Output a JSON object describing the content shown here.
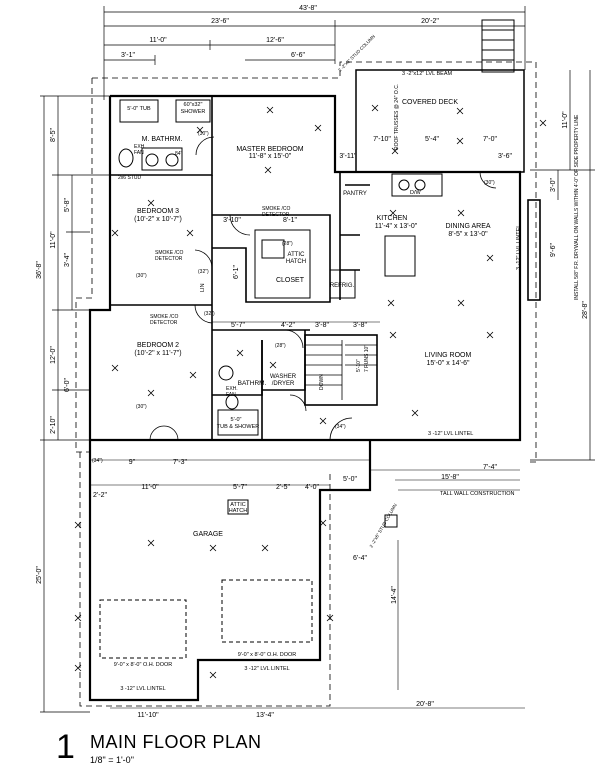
{
  "title": {
    "number": "1",
    "main": "MAIN FLOOR PLAN",
    "scale": "1/8\" = 1'-0\""
  },
  "dims_top": [
    "43'-8\"",
    "23'-6\"",
    "20'-2\"",
    "11'-0\"",
    "12'-6\"",
    "3'-1\"",
    "6'-6\""
  ],
  "dims_left": [
    "8'-5\"",
    "11'-0\"",
    "36'-8\"",
    "5'-8\"",
    "3'-4\"",
    "12'-0\"",
    "6'-0\"",
    "2'-10\"",
    "25'-0\""
  ],
  "dims_right": [
    "11'-0\"",
    "3'-0\"",
    "9'-6\"",
    "28'-8\""
  ],
  "dims_bottom": [
    "11'-10\"",
    "13'-4\"",
    "20'-8\""
  ],
  "dims_mid": [
    "3'-10\"",
    "8'-1\"",
    "3'-11\"",
    "7'-10\"",
    "5'-4\"",
    "7'-0\"",
    "3'-6\"",
    "5'-7\"",
    "4'-2\"",
    "3'-8\"",
    "3'-8\"",
    "9\"",
    "7'-3\"",
    "11'-0\"",
    "5'-7\"",
    "2'-5\"",
    "4'-0\"",
    "5'-0\"",
    "7'-4\"",
    "15'-8\"",
    "6'-4\"",
    "14'-4\"",
    "6'-1\"",
    "2'-2\""
  ],
  "rooms": {
    "covered_deck": "COVERED DECK",
    "m_bath": "M. BATHRM.",
    "master_bedroom": "MASTER BEDROOM",
    "master_bedroom_size": "11'-8\" x 15'-0\"",
    "bedroom3": "BEDROOM 3",
    "bedroom3_size": "(10'-2\" x 10'-7\")",
    "closet": "CLOSET",
    "kitchen": "KITCHEN",
    "kitchen_size": "11'-4\" x 13'-0\"",
    "dining": "DINING AREA",
    "dining_size": "8'-5\" x 13'-0\"",
    "pantry": "PANTRY",
    "refrig": "REFRIG.",
    "bedroom2": "BEDROOM 2",
    "bedroom2_size": "(10'-2\" x 11'-7\")",
    "bathrm": "BATHRM.",
    "washer": "WASHER",
    "dryer": "/DRYER",
    "living": "LIVING ROOM",
    "living_size": "15'-0\" x 14'-6\"",
    "garage": "GARAGE",
    "attic_hatch": "ATTIC",
    "attic_hatch2": "HATCH",
    "tub": "5'-0\" TUB",
    "shower": "60\"x32\"",
    "shower2": "SHOWER",
    "tub_shower": "5'-0\"",
    "tub_shower2": "TUB & SHOWER",
    "exh_fan": "EXH.",
    "exh_fan2": "FAN",
    "smoke_det": "SMOKE /CO",
    "smoke_det2": "DETECTOR",
    "dw": "D/W",
    "lin": "LIN"
  },
  "notes": {
    "beam": "3 -2\"x12\" LVL BEAM",
    "roof_trusses": "ROOF TRUSSES @ 24\" O.C.",
    "lintel_right": "3 -12\" LVL LINTEL",
    "lintel_living": "3 -12\" LVL LINTEL",
    "drywall_note": "INSTALL 5/8\" F.R. DRYWALL ON WALLS WITHIN 4'-0\" OF SIDE PROPERTY LINE",
    "tall_wall": "TALL WALL CONSTRUCTION",
    "stud_column": "2 -2\"x6\" STUD COLUMN",
    "stud_column2": "2 -2\"x6\" STUD COLUMN",
    "oh_door1": "9'-0\" x 8'-0\" O.H. DOOR",
    "oh_door2": "9'-0\" x 8'-0\" O.H. DOOR",
    "lintel_g1": "3 -12\" LVL LINTEL",
    "lintel_g2": "3 -12\" LVL LINTEL",
    "stairs": "7 RUNS 10\"",
    "stairs2": "5'-10\"",
    "down": "DOWN",
    "stud_note": "2x6 STUD",
    "door_30": "(30\")",
    "door_32": "(32\")",
    "door_28": "(28\")",
    "door_34": "(34\")",
    "hw84": "84\""
  }
}
